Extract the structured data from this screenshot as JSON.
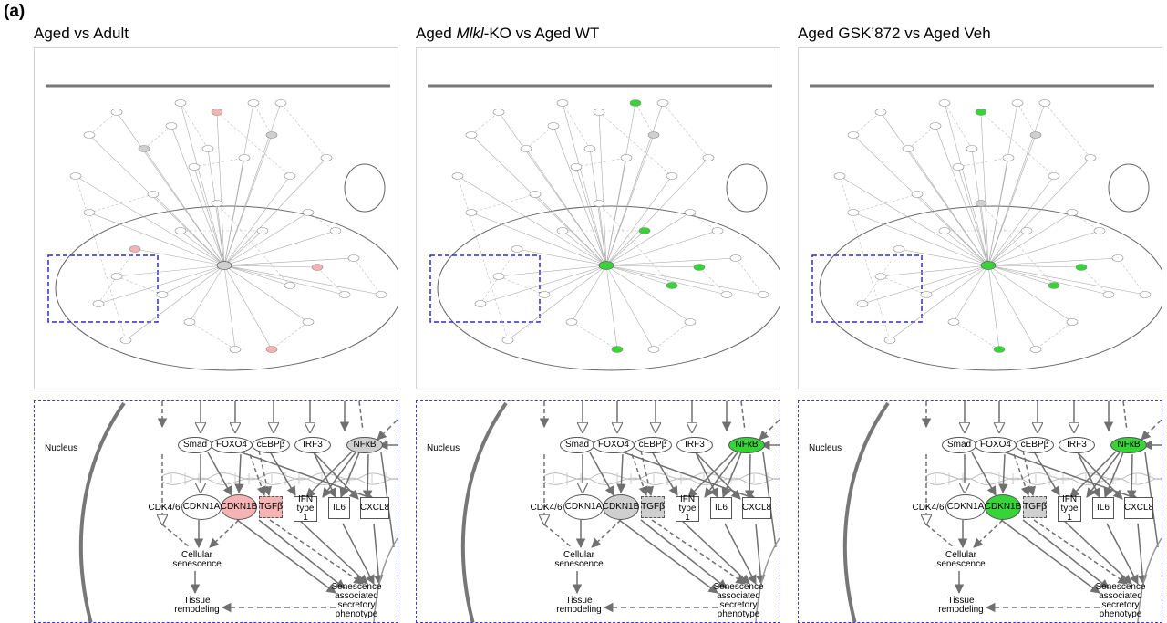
{
  "figure_label": "(a)",
  "colors": {
    "up": "#f6b3b3",
    "down": "#36d436",
    "neutral": "#cfcfcf",
    "none": "#ffffff",
    "highlight_box": "#2a2ad6"
  },
  "panels": [
    {
      "title_pre": "Aged vs Adult",
      "title_italic": "",
      "title_post": "",
      "nodes": {
        "smad": "Smad",
        "foxo4": "FOXO4",
        "cebpb": "cEBPβ",
        "irf3": "IRF3",
        "nfkb": "NFκB",
        "cdk46": "CDK4/6",
        "cdkn1a": "CDKN1A",
        "cdkn1b": "CDKN1B",
        "tgfb": "TGFβ",
        "ifn_line1": "IFN",
        "ifn_line2": "type 1",
        "il6": "IL6",
        "cxcl8": "CXCL8",
        "cell_sen_line1": "Cellular",
        "cell_sen_line2": "senescence",
        "tissue_line1": "Tissue",
        "tissue_line2": "remodeling",
        "sasp_line1": "Senescence",
        "sasp_line2": "associated",
        "sasp_line3": "secretory",
        "sasp_line4": "phenotype",
        "nucleus": "Nucleus"
      },
      "state": {
        "nfkb": "neutral",
        "cdkn1b": "up",
        "tgfb": "up"
      }
    },
    {
      "title_pre": "Aged ",
      "title_italic": "Mlkl",
      "title_post": "-KO vs Aged WT",
      "nodes": {
        "smad": "Smad",
        "foxo4": "FOXO4",
        "cebpb": "cEBPβ",
        "irf3": "IRF3",
        "nfkb": "NFκB",
        "cdk46": "CDK4/6",
        "cdkn1a": "CDKN1A",
        "cdkn1b": "CDKN1B",
        "tgfb": "TGFβ",
        "ifn_line1": "IFN",
        "ifn_line2": "type 1",
        "il6": "IL6",
        "cxcl8": "CXCL8",
        "cell_sen_line1": "Cellular",
        "cell_sen_line2": "senescence",
        "tissue_line1": "Tissue",
        "tissue_line2": "remodeling",
        "sasp_line1": "Senescence",
        "sasp_line2": "associated",
        "sasp_line3": "secretory",
        "sasp_line4": "phenotype",
        "nucleus": "Nucleus"
      },
      "state": {
        "nfkb": "down",
        "cdkn1b": "neutral",
        "tgfb": "neutral"
      }
    },
    {
      "title_pre": "Aged GSK’872 vs Aged Veh",
      "title_italic": "",
      "title_post": "",
      "nodes": {
        "smad": "Smad",
        "foxo4": "FOXO4",
        "cebpb": "cEBPβ",
        "irf3": "IRF3",
        "nfkb": "NFκB",
        "cdk46": "CDK4/6",
        "cdkn1a": "CDKN1A",
        "cdkn1b": "CDKN1B",
        "tgfb": "TGFβ",
        "ifn_line1": "IFN",
        "ifn_line2": "type 1",
        "il6": "IL6",
        "cxcl8": "CXCL8",
        "cell_sen_line1": "Cellular",
        "cell_sen_line2": "senescence",
        "tissue_line1": "Tissue",
        "tissue_line2": "remodeling",
        "sasp_line1": "Senescence",
        "sasp_line2": "associated",
        "sasp_line3": "secretory",
        "sasp_line4": "phenotype",
        "nucleus": "Nucleus"
      },
      "state": {
        "nfkb": "down",
        "cdkn1b": "down",
        "tgfb": "neutral"
      }
    }
  ]
}
